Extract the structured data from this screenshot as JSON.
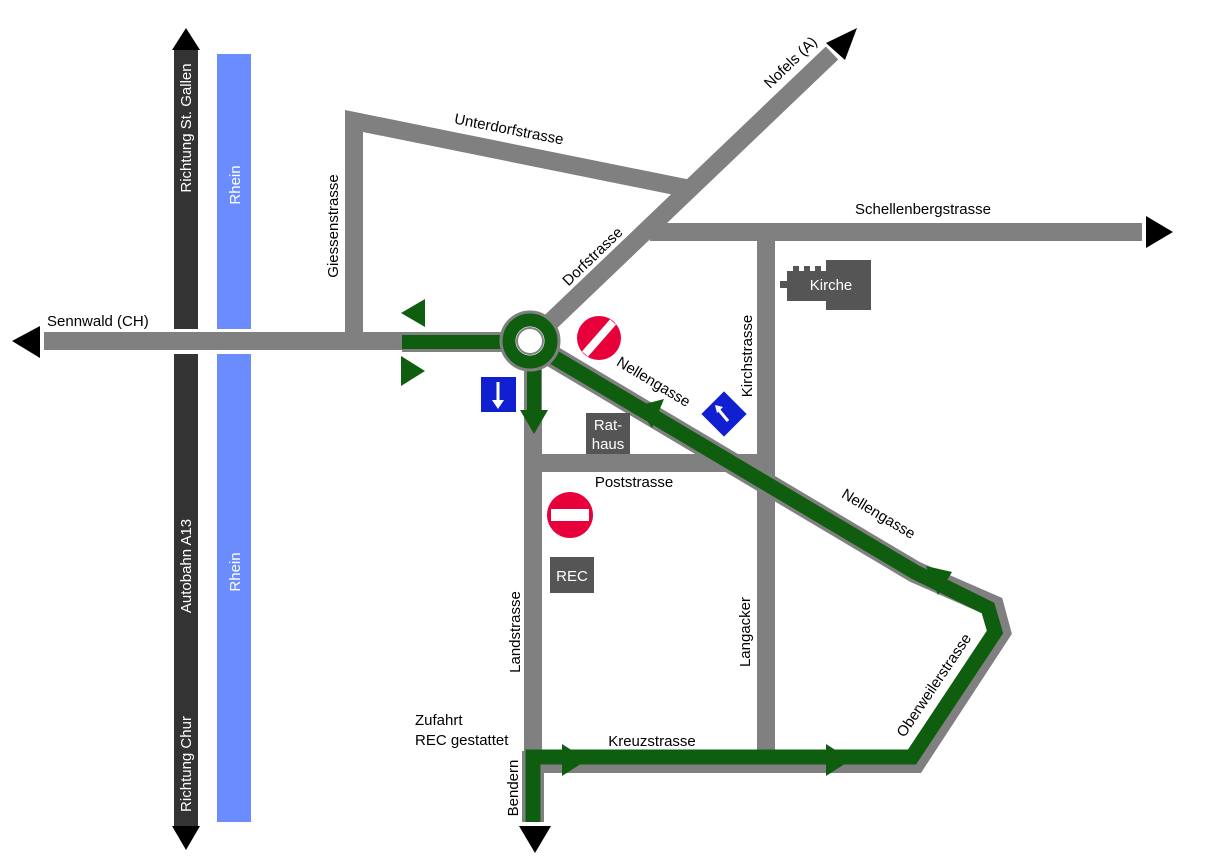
{
  "colors": {
    "road": "#808080",
    "route": "#0f5e0f",
    "motorway": "#333333",
    "river": "#6b8cff",
    "building": "#555555",
    "no_entry_red": "#e8003a",
    "oneway_blue": "#1020d0",
    "background": "#ffffff"
  },
  "motorway": {
    "north_label": "Richtung St. Gallen",
    "middle_label": "Autobahn A13",
    "south_label": "Richtung Chur"
  },
  "river": {
    "label_north": "Rhein",
    "label_south": "Rhein"
  },
  "roads": {
    "sennwald": "Sennwald (CH)",
    "giessenstrasse": "Giessenstrasse",
    "unterdorfstrasse": "Unterdorfstrasse",
    "nofels": "Nofels (A)",
    "schellenbergstrasse": "Schellenbergstrasse",
    "dorfstrasse": "Dorfstrasse",
    "nellengasse_upper": "Nellengasse",
    "nellengasse_lower": "Nellengasse",
    "kirchstrasse": "Kirchstrasse",
    "poststrasse": "Poststrasse",
    "landstrasse": "Landstrasse",
    "langacker": "Langacker",
    "oberweilerstrasse": "Oberweilerstrasse",
    "kreuzstrasse": "Kreuzstrasse",
    "bendern": "Bendern"
  },
  "buildings": {
    "kirche": "Kirche",
    "rathaus_line1": "Rat-",
    "rathaus_line2": "haus",
    "rec": "REC"
  },
  "notes": {
    "zufahrt_line1": "Zufahrt",
    "zufahrt_line2": "REC gestattet"
  },
  "icons": [
    "no-entry-sign-icon",
    "one-way-down-sign-icon",
    "one-way-diagonal-sign-icon",
    "arrow-left-icon",
    "arrow-right-icon",
    "arrow-up-icon",
    "arrow-down-icon",
    "church-icon"
  ]
}
